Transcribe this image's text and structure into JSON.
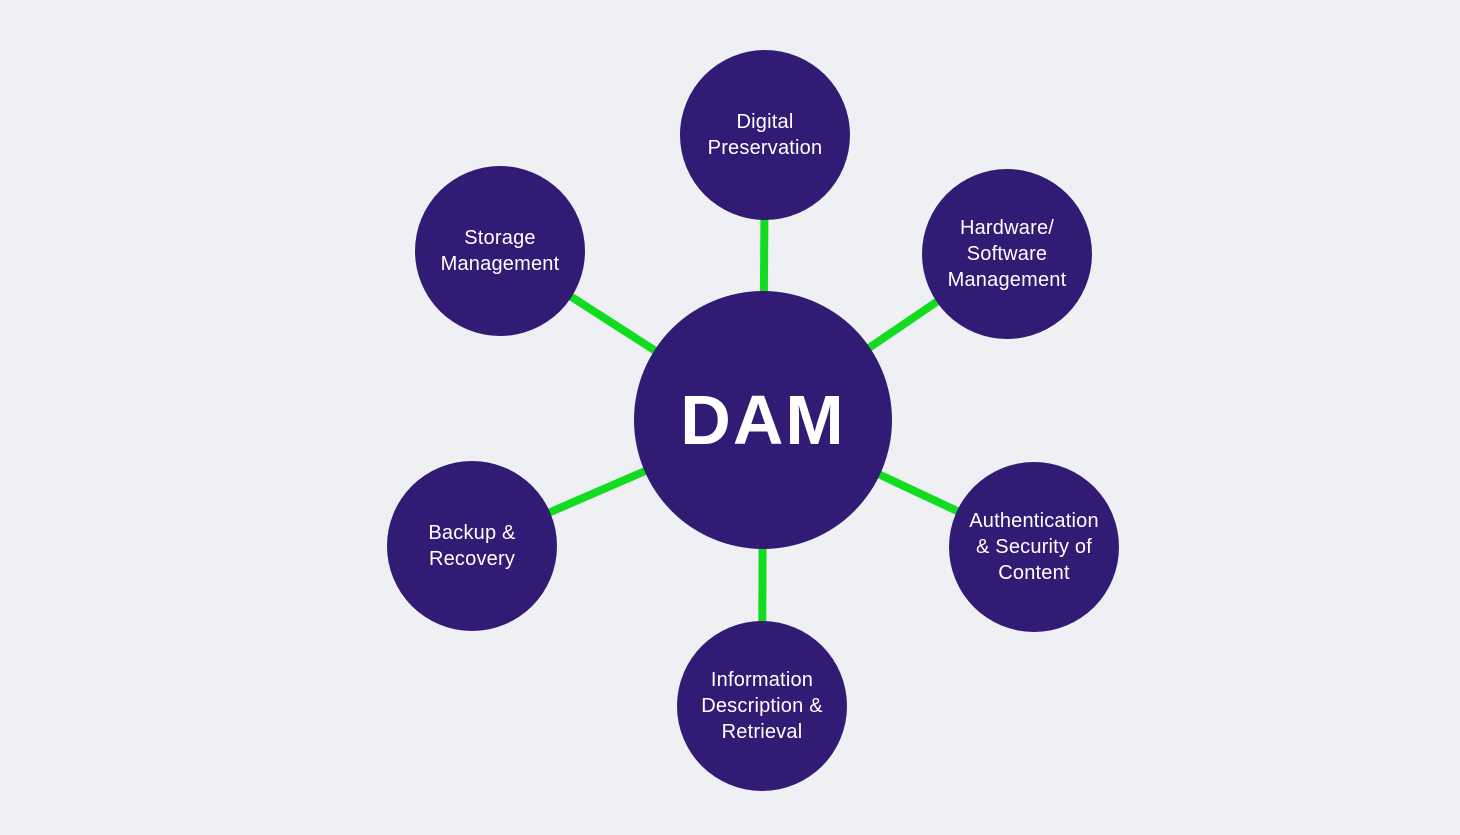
{
  "diagram": {
    "center": {
      "label": "DAM"
    },
    "nodes": [
      {
        "id": "digital-preservation",
        "label": "Digital\nPreservation"
      },
      {
        "id": "hardware-software-management",
        "label": "Hardware/\nSoftware\nManagement"
      },
      {
        "id": "authentication-security-content",
        "label": "Authentication\n& Security of\nContent"
      },
      {
        "id": "information-description-retrieval",
        "label": "Information\nDescription &\nRetrieval"
      },
      {
        "id": "backup-recovery",
        "label": "Backup &\nRecovery"
      },
      {
        "id": "storage-management",
        "label": "Storage\nManagement"
      }
    ]
  },
  "colors": {
    "background": "#eef0f3",
    "node_fill": "#311b74",
    "connector": "#13dc20",
    "text": "#ffffff"
  }
}
